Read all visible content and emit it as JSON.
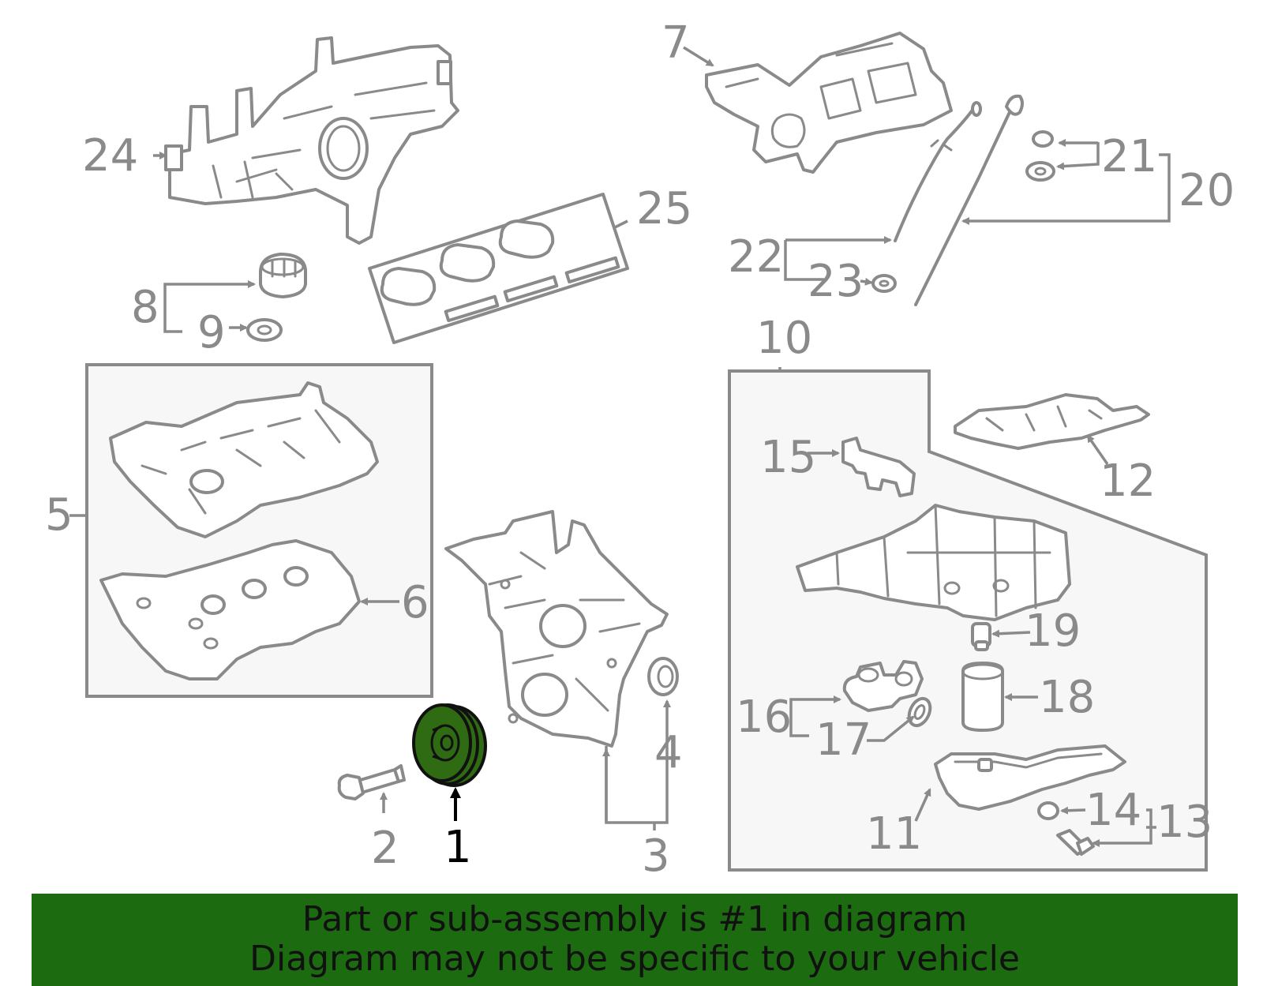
{
  "banner": {
    "line1": "Part or sub-assembly is #1 in diagram",
    "line2": "Diagram may not be specific to your vehicle",
    "background_color": "#1c6b10"
  },
  "highlight": {
    "part_number": "1",
    "fill_color": "#2f6b12"
  },
  "callouts": {
    "c1": "1",
    "c2": "2",
    "c3": "3",
    "c4": "4",
    "c5": "5",
    "c6": "6",
    "c7": "7",
    "c8": "8",
    "c9": "9",
    "c10": "10",
    "c11": "11",
    "c12": "12",
    "c13": "13",
    "c14": "14",
    "c15": "15",
    "c16": "16",
    "c17": "17",
    "c18": "18",
    "c19": "19",
    "c20": "20",
    "c21": "21",
    "c22": "22",
    "c23": "23",
    "c24": "24",
    "c25": "25"
  }
}
